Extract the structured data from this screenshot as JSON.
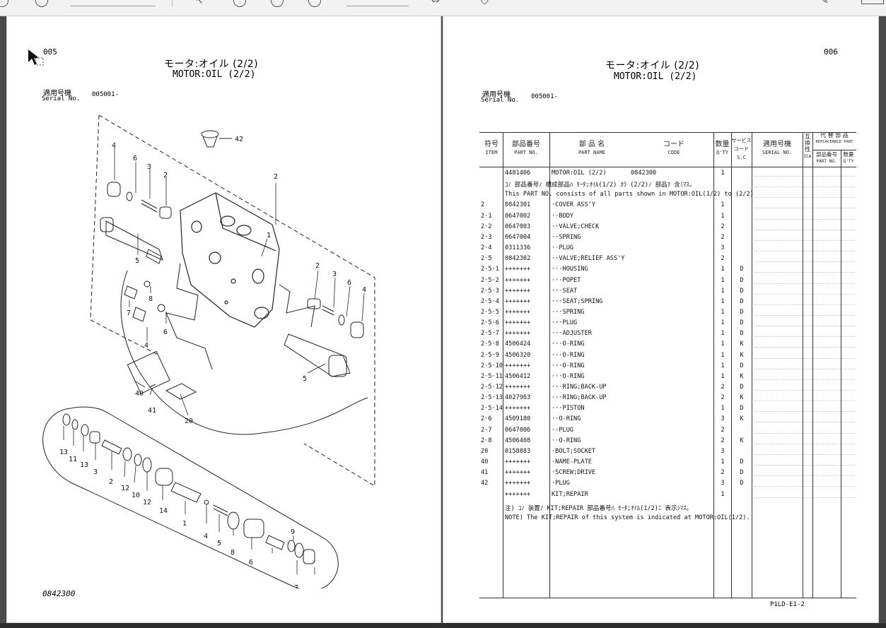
{
  "left_page": {
    "page_no": "005",
    "title_jp": "モータ:オイル (2/2)",
    "title_en": "MOTOR:OIL (2/2)",
    "serial_jp": "適用号機",
    "serial_en": "Serial No.",
    "serial_value": "005001-",
    "footer_code": "0842300",
    "callouts": [
      "42",
      "2",
      "4",
      "6",
      "3",
      "2",
      "1",
      "5",
      "8",
      "7",
      "6",
      "4",
      "2",
      "3",
      "6",
      "4",
      "5",
      "40",
      "41",
      "20",
      "13",
      "11",
      "13",
      "3",
      "2",
      "12",
      "10",
      "12",
      "14",
      "1",
      "4",
      "5",
      "8",
      "6",
      "9",
      "7"
    ]
  },
  "right_page": {
    "page_no": "006",
    "title_jp": "モータ:オイル (2/2)",
    "title_en": "MOTOR:OIL (2/2)",
    "serial_jp": "適用号機",
    "serial_en": "Serial No.",
    "serial_value": "005001-",
    "footer_code": "P1LD-E1-2",
    "headers": {
      "item_jp": "符号",
      "item_en": "ITEM",
      "partno_jp": "部品番号",
      "partno_en": "PART NO.",
      "partname_jp": "部 品 名",
      "partname_en": "PART NAME",
      "code_jp": "コード",
      "code_en": "CODE",
      "qty_jp": "数量",
      "qty_en": "Q'TY",
      "sc_jp": "サービスコード",
      "sc_en": "S.C",
      "serial_jp": "適用号機",
      "serial_en": "SERIAL NO.",
      "ica_jp": "互換性",
      "ica_en": "ICA",
      "repl_jp": "代 替 部 品",
      "repl_en": "REPLACEABLE PART",
      "repl_partno_jp": "部品番号",
      "repl_partno_en": "PART NO.",
      "repl_qty_jp": "数量",
      "repl_qty_en": "Q'TY"
    },
    "rows": [
      {
        "item": "",
        "part": "4481406",
        "name": "MOTOR:OIL (2/2)",
        "code": "0842300",
        "qty": "1",
        "sc": ""
      },
      {
        "item": "",
        "part": "",
        "name": "",
        "code": "",
        "qty": "",
        "sc": ""
      },
      {
        "item": "",
        "part": "",
        "name": "",
        "code": "",
        "qty": "",
        "sc": ""
      },
      {
        "item": "2",
        "part": "0842301",
        "name": "·COVER ASS'Y",
        "code": "",
        "qty": "1",
        "sc": ""
      },
      {
        "item": "2·1",
        "part": "0647002",
        "name": "··BODY",
        "code": "",
        "qty": "1",
        "sc": ""
      },
      {
        "item": "2·2",
        "part": "0647003",
        "name": "··VALVE;CHECK",
        "code": "",
        "qty": "2",
        "sc": ""
      },
      {
        "item": "2·3",
        "part": "0647004",
        "name": "··SPRING",
        "code": "",
        "qty": "2",
        "sc": ""
      },
      {
        "item": "2·4",
        "part": "0311336",
        "name": "··PLUG",
        "code": "",
        "qty": "3",
        "sc": ""
      },
      {
        "item": "2·5",
        "part": "0842302",
        "name": "··VALVE;RELIEF ASS'Y",
        "code": "",
        "qty": "2",
        "sc": ""
      },
      {
        "item": "2·5·1",
        "part": "+++++++",
        "name": "···HOUSING",
        "code": "",
        "qty": "1",
        "sc": "D"
      },
      {
        "item": "2·5·2",
        "part": "+++++++",
        "name": "···POPET",
        "code": "",
        "qty": "1",
        "sc": "D"
      },
      {
        "item": "2·5·3",
        "part": "+++++++",
        "name": "···SEAT",
        "code": "",
        "qty": "1",
        "sc": "D"
      },
      {
        "item": "2·5·4",
        "part": "+++++++",
        "name": "···SEAT;SPRING",
        "code": "",
        "qty": "1",
        "sc": "D"
      },
      {
        "item": "2·5·5",
        "part": "+++++++",
        "name": "···SPRING",
        "code": "",
        "qty": "1",
        "sc": "D"
      },
      {
        "item": "2·5·6",
        "part": "+++++++",
        "name": "···PLUG",
        "code": "",
        "qty": "1",
        "sc": "D"
      },
      {
        "item": "2·5·7",
        "part": "+++++++",
        "name": "···ADJUSTER",
        "code": "",
        "qty": "1",
        "sc": "D"
      },
      {
        "item": "2·5·8",
        "part": "4506424",
        "name": "···O-RING",
        "code": "",
        "qty": "1",
        "sc": "K"
      },
      {
        "item": "2·5·9",
        "part": "4506320",
        "name": "···O-RING",
        "code": "",
        "qty": "1",
        "sc": "K"
      },
      {
        "item": "2·5·10",
        "part": "+++++++",
        "name": "···O-RING",
        "code": "",
        "qty": "1",
        "sc": "D"
      },
      {
        "item": "2·5·11",
        "part": "4506412",
        "name": "···O-RING",
        "code": "",
        "qty": "1",
        "sc": "K"
      },
      {
        "item": "2·5·12",
        "part": "+++++++",
        "name": "···RING;BACK-UP",
        "code": "",
        "qty": "2",
        "sc": "D"
      },
      {
        "item": "2·5·13",
        "part": "4027963",
        "name": "···RING;BACK-UP",
        "code": "",
        "qty": "2",
        "sc": "K"
      },
      {
        "item": "2·5·14",
        "part": "+++++++",
        "name": "···PISTON",
        "code": "",
        "qty": "1",
        "sc": "D"
      },
      {
        "item": "2·6",
        "part": "4509180",
        "name": "··O-RING",
        "code": "",
        "qty": "3",
        "sc": "K"
      },
      {
        "item": "2·7",
        "part": "0647006",
        "name": "··PLUG",
        "code": "",
        "qty": "2",
        "sc": ""
      },
      {
        "item": "2·8",
        "part": "4506408",
        "name": "··O-RING",
        "code": "",
        "qty": "2",
        "sc": "K"
      },
      {
        "item": "20",
        "part": "0158883",
        "name": "·BOLT;SOCKET",
        "code": "",
        "qty": "3",
        "sc": ""
      },
      {
        "item": "40",
        "part": "+++++++",
        "name": "·NAME-PLATE",
        "code": "",
        "qty": "1",
        "sc": "D"
      },
      {
        "item": "41",
        "part": "+++++++",
        "name": "·SCREW;DRIVE",
        "code": "",
        "qty": "2",
        "sc": "D"
      },
      {
        "item": "42",
        "part": "+++++++",
        "name": "·PLUG",
        "code": "",
        "qty": "3",
        "sc": "D"
      },
      {
        "item": "",
        "part": "+++++++",
        "name": "KIT;REPAIR",
        "code": "",
        "qty": "1",
        "sc": ""
      }
    ],
    "note_jp_row1": "ｺﾉ 部品番号ﾉ 構成部品ﾊ ﾓｰﾀ;ｵｲﾙ(1/2) ｶﾗ (2/2)ﾉ 部品ｦ 含ﾐﾏｽ。",
    "note_en_row1": "This PART NO. consists of all parts shown in MOTOR:OIL(1/2) to (2/2)",
    "note_jp_kit": "注) ｺﾉ 装置ﾉ KIT;REPAIR 部品番号ﾊ ﾓｰﾀ;ｵｲﾙ(1/2)ﾆ 表示ｼﾏｽ。",
    "note_en_kit": "NOTE) The KIT;REPAIR of this system is indicated at MOTOR:OIL(1/2)."
  }
}
